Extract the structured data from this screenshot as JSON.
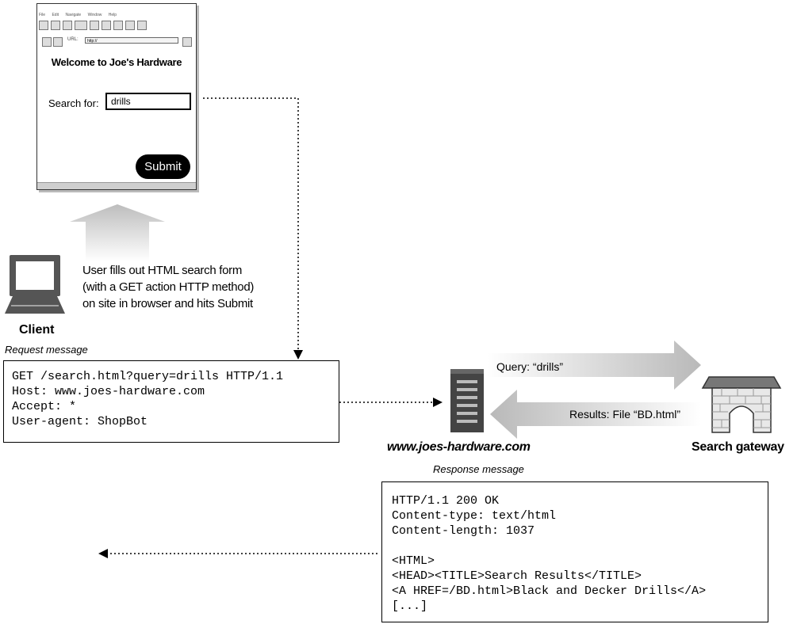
{
  "browser": {
    "menu": [
      "File",
      "Edit",
      "Navigate",
      "Window",
      "Help"
    ],
    "url_label": "URL:",
    "url_value": "http://",
    "welcome": "Welcome to Joe's Hardware",
    "search_label": "Search for:",
    "search_value": "drills",
    "submit_label": "Submit"
  },
  "caption": [
    "User fills out HTML search form",
    "(with a GET action HTTP method)",
    "on site in browser and hits Submit"
  ],
  "client_label": "Client",
  "request_label": "Request message",
  "request_lines": [
    "GET /search.html?query=drills HTTP/1.1",
    "Host: www.joes-hardware.com",
    "Accept: *",
    "User-agent: ShopBot"
  ],
  "query_label": "Query: “drills”",
  "results_label": "Results: File “BD.html”",
  "server_label": "www.joes-hardware.com",
  "gateway_label": "Search gateway",
  "response_label": "Response message",
  "response_lines": [
    "HTTP/1.1 200 OK",
    "Content-type: text/html",
    "Content-length: 1037",
    "",
    "<HTML>",
    "<HEAD><TITLE>Search Results</TITLE>",
    "<A HREF=/BD.html>Black and Decker Drills</A>",
    "[...]"
  ]
}
